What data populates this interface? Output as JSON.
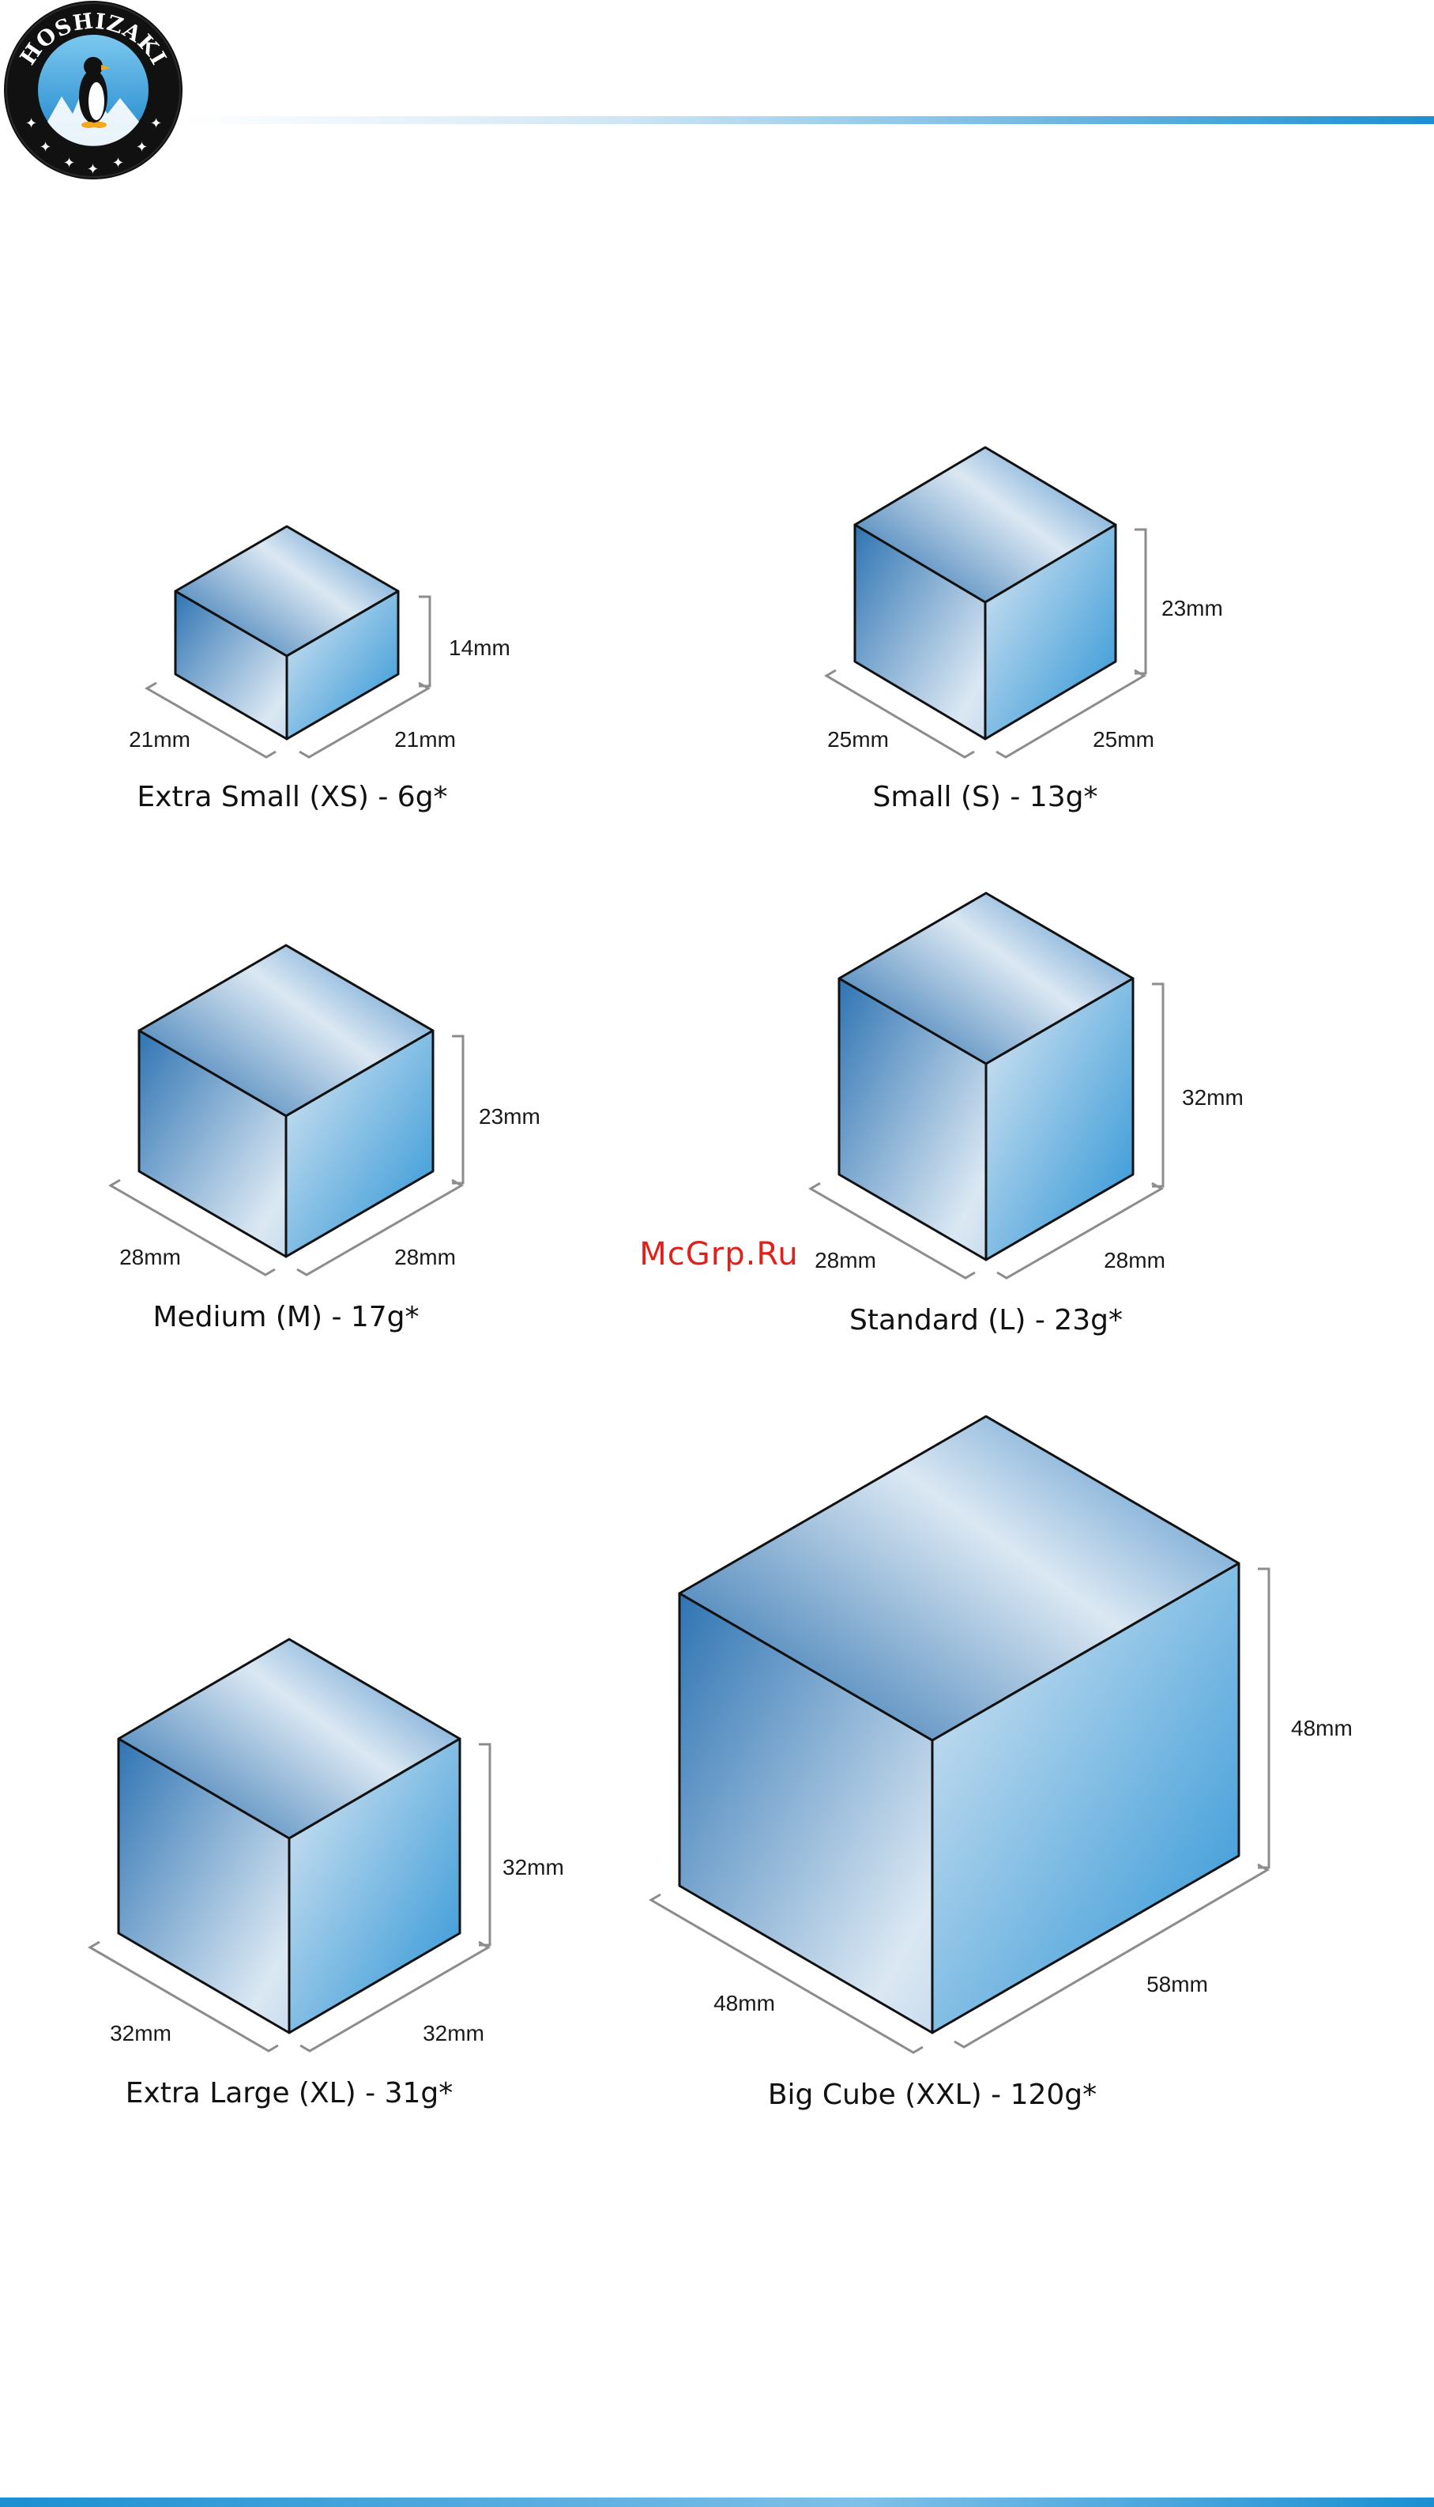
{
  "brand": {
    "name": "HOSHIZAKI"
  },
  "colors": {
    "accent": "#1b8fd1",
    "cube_dark": "#2a6fae",
    "cube_light": "#dbe8f3",
    "cube_bright": "#2a93d6",
    "dim_line": "#8c8c8c",
    "watermark": "#e0201b"
  },
  "watermark": "McGrp.Ru",
  "cubes": [
    {
      "caption": "Extra Small (XS) - 6g*",
      "depth": "21mm",
      "width": "21mm",
      "height": "14mm"
    },
    {
      "caption": "Small (S) - 13g*",
      "depth": "25mm",
      "width": "25mm",
      "height": "23mm"
    },
    {
      "caption": "Medium (M) - 17g*",
      "depth": "28mm",
      "width": "28mm",
      "height": "23mm"
    },
    {
      "caption": "Standard (L) - 23g*",
      "depth": "28mm",
      "width": "28mm",
      "height": "32mm"
    },
    {
      "caption": "Extra Large (XL) - 31g*",
      "depth": "32mm",
      "width": "32mm",
      "height": "32mm"
    },
    {
      "caption": "Big Cube (XXL) - 120g*",
      "depth": "48mm",
      "width": "58mm",
      "height": "48mm"
    }
  ]
}
